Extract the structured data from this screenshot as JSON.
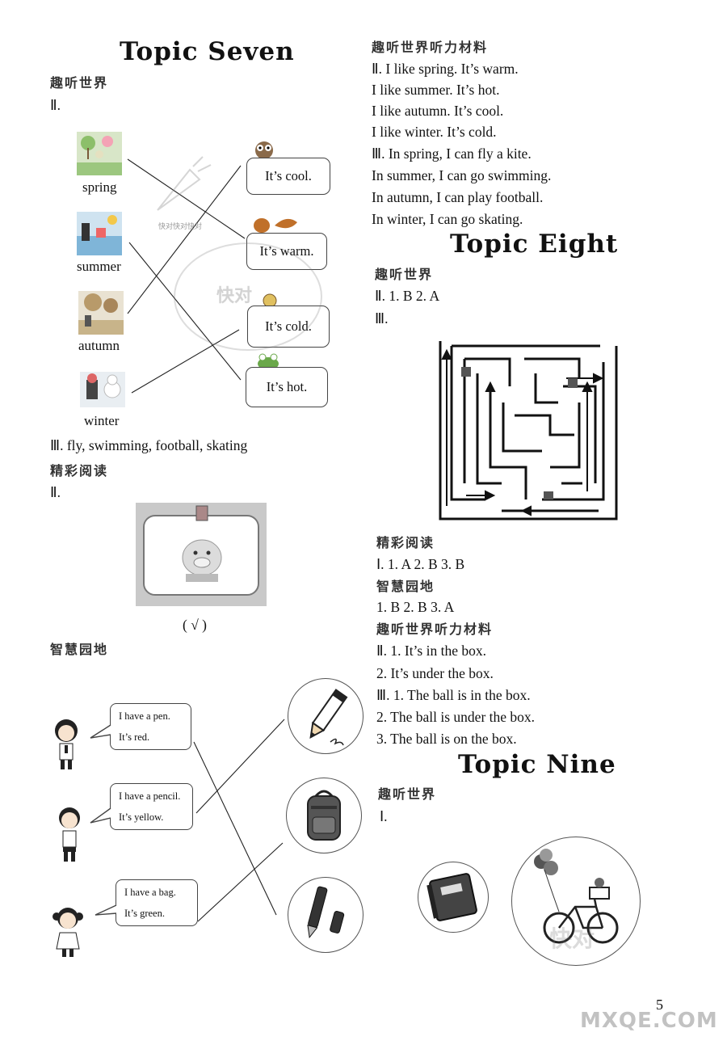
{
  "topic7": {
    "title": "Topic Seven",
    "listen_section": "趣听世界",
    "q2_label": "Ⅱ.",
    "seasons": [
      "spring",
      "summer",
      "autumn",
      "winter"
    ],
    "bubbles": [
      "It’s cool.",
      "It’s warm.",
      "It’s cold.",
      "It’s hot."
    ],
    "q3_answer": "Ⅲ. fly,  swimming,  football,  skating",
    "reading_section": "精彩阅读",
    "reading_q2_label": "Ⅱ.",
    "check_mark": "( √ )",
    "wisdom_section": "智慧园地",
    "speech": [
      {
        "line1": "I have a pen.",
        "line2": "It’s red."
      },
      {
        "line1": "I have a pencil.",
        "line2": "It’s yellow."
      },
      {
        "line1": "I have a bag.",
        "line2": "It’s green."
      }
    ]
  },
  "materials7": {
    "heading": "趣听世界听力材料",
    "lines": [
      "Ⅱ. I like spring. It’s warm.",
      "I like summer. It’s hot.",
      "I like autumn. It’s cool.",
      "I like winter. It’s cold.",
      "Ⅲ. In spring, I can fly a kite.",
      "In summer, I can go swimming.",
      "In autumn, I can play football.",
      "In winter, I can go skating."
    ]
  },
  "topic8": {
    "title": "Topic Eight",
    "listen_section": "趣听世界",
    "q2_answer": "Ⅱ. 1. B   2. A",
    "q3_label": "Ⅲ.",
    "reading_section": "精彩阅读",
    "reading_answer": "Ⅰ. 1. A    2. B    3. B",
    "wisdom_section": "智慧园地",
    "wisdom_answer": "1. B    2. B    3. A",
    "materials_heading": "趣听世界听力材料",
    "materials": [
      "Ⅱ. 1. It’s in the box.",
      "2. It’s under the box.",
      "Ⅲ. 1. The ball is in the box.",
      "2. The ball is under the box.",
      "3. The ball is on the box."
    ]
  },
  "topic9": {
    "title": "Topic Nine",
    "listen_section": "趣听世界",
    "q1_label": "Ⅰ."
  },
  "watermark": {
    "small_text": "快对快对快对",
    "brand": "快对",
    "site": "MXQE.COM"
  },
  "page_number": "5"
}
